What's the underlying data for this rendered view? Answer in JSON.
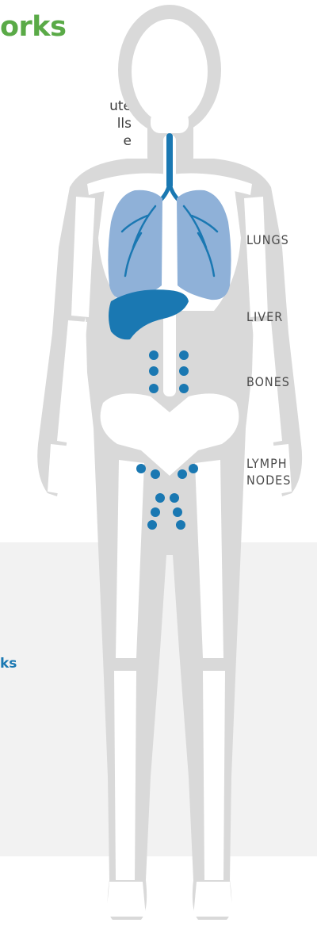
{
  "headline": {
    "visible_text": "orks"
  },
  "intro": {
    "lines": [
      "ute",
      "lls",
      "e"
    ]
  },
  "lower_panel": {
    "visible_text": "ks"
  },
  "labels": {
    "lungs": "LUNGS",
    "liver": "LIVER",
    "bones": "BONES",
    "lymph_nodes_line1": "LYMPH",
    "lymph_nodes_line2": "NODES"
  },
  "colors": {
    "headline_green": "#5aaa47",
    "body_silhouette": "#d9d9d9",
    "skeleton": "#ffffff",
    "lungs": "#8fb1d8",
    "highlight_blue": "#1a78b2",
    "panel_gray": "#f2f2f2"
  }
}
